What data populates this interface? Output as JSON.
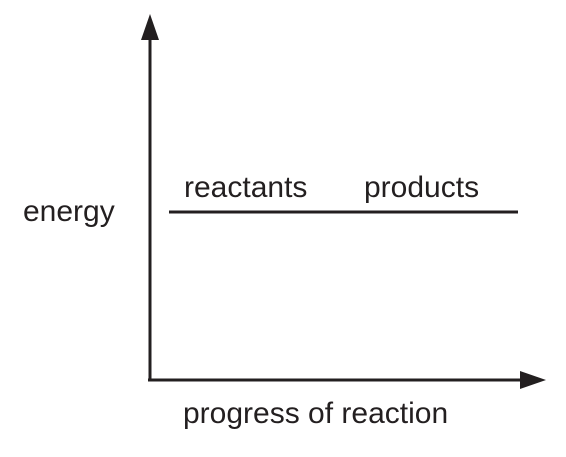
{
  "diagram": {
    "y_axis_label": "energy",
    "x_axis_label": "progress of reaction",
    "reactants_label": "reactants",
    "products_label": "products"
  },
  "colors": {
    "ink": "#231f20",
    "background": "#ffffff"
  }
}
